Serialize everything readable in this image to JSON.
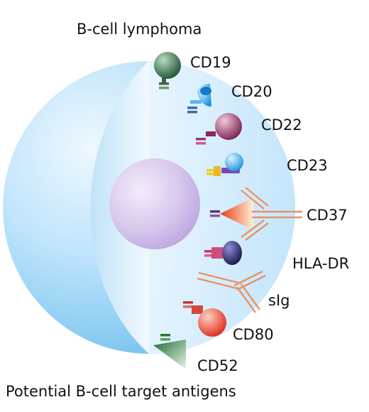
{
  "title": "B-cell lymphoma",
  "caption": "Potential B-cell target antigens",
  "antigens": [
    {
      "id": "cd19",
      "label": "CD19"
    },
    {
      "id": "cd20",
      "label": "CD20"
    },
    {
      "id": "cd22",
      "label": "CD22"
    },
    {
      "id": "cd23",
      "label": "CD23"
    },
    {
      "id": "cd37",
      "label": "CD37"
    },
    {
      "id": "hladr",
      "label": "HLA-DR"
    },
    {
      "id": "sig",
      "label": "sIg"
    },
    {
      "id": "cd80",
      "label": "CD80"
    },
    {
      "id": "cd52",
      "label": "CD52"
    }
  ],
  "colors": {
    "cell": "#a9d9f7",
    "nucleus": "#d6c6ec",
    "cd19": "#2f6a44",
    "cd20": "#35a7ea",
    "cd22": "#a0326a",
    "cd23": "#2aa6e8",
    "cd37": "#f0501e",
    "hladr": "#24236e",
    "sig": "#e5946a",
    "cd80": "#f04a3c",
    "cd52": "#247a35"
  }
}
